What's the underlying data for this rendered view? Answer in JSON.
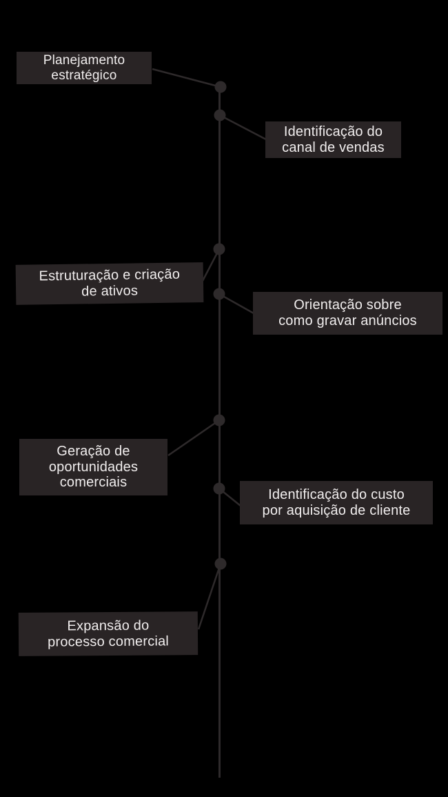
{
  "canvas": {
    "background": "#000000"
  },
  "palette": {
    "box_background": "#292425",
    "line_and_nodes": "#2e2a2b",
    "label_text": "#f1eeee"
  },
  "timeline": {
    "type": "vertical-timeline",
    "items": [
      {
        "side": "left",
        "label": "Planejamento estratégico",
        "lines": [
          "Planejamento",
          "estratégico"
        ]
      },
      {
        "side": "right",
        "label": "Identificação do canal de vendas",
        "lines": [
          "Identificação do",
          "canal de vendas"
        ]
      },
      {
        "side": "left",
        "label": "Estruturação e criação de ativos",
        "lines": [
          "Estruturação e criação",
          "de ativos"
        ]
      },
      {
        "side": "right",
        "label": "Orientação sobre como gravar anúncios",
        "lines": [
          "Orientação sobre",
          "como gravar anúncios"
        ]
      },
      {
        "side": "left",
        "label": "Geração de oportunidades comerciais",
        "lines": [
          "Geração de",
          "oportunidades",
          "comerciais"
        ]
      },
      {
        "side": "right",
        "label": "Identificação do custo por aquisição de cliente",
        "lines": [
          "Identificação do custo",
          "por aquisição de cliente"
        ]
      },
      {
        "side": "left",
        "label": "Expansão do processo comercial",
        "lines": [
          "Expansão do",
          "processo comercial"
        ]
      }
    ]
  }
}
